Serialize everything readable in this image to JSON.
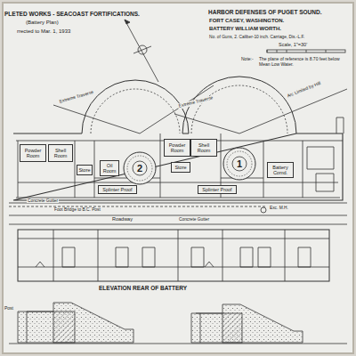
{
  "diagram": {
    "title": "HARBOR DEFENSES OF PUGET SOUND.",
    "nodes": [
      {
        "text": [
          "2"
        ]
      },
      {
        "text": [
          "1"
        ]
      },
      {
        "text": [
          "Powder Room"
        ]
      },
      {
        "text": [
          "Shell Room"
        ]
      },
      {
        "text": [
          "Powder Room"
        ]
      },
      {
        "text": [
          "Shell Room"
        ]
      },
      {
        "text": [
          "Store"
        ]
      },
      {
        "text": [
          "Oil Room"
        ]
      },
      {
        "text": [
          "Splinter Proof"
        ]
      },
      {
        "text": [
          "Splinter Proof"
        ]
      },
      {
        "text": [
          "Battery Comd."
        ]
      },
      {
        "text": [
          "Store"
        ]
      }
    ],
    "labels": [
      "PLETED WORKS - SEACOAST FORTIFICATIONS.",
      "(Battery Plan)",
      "rrected to Mar. 1, 1933",
      "FORT CASEY, WASHINGTON.",
      "BATTERY WILLIAM WORTH.",
      "No. of Guns, 2. Caliber-10 inch. Carriage, Dis.-L.F.",
      "Scale, 1\"=30'",
      "Note:-",
      "The plane of reference is 8.70 feet below Mean Low Water.",
      "Extreme Traverse",
      "Extreme Traverse",
      "Arc Limited by Hill",
      "Roadway",
      "Concrete Gutter",
      "Foot Bridge to B.C. Post",
      "Concrete Gutter",
      "Exc. M.H.",
      "ELEVATION REAR OF BATTERY",
      "Post"
    ]
  }
}
